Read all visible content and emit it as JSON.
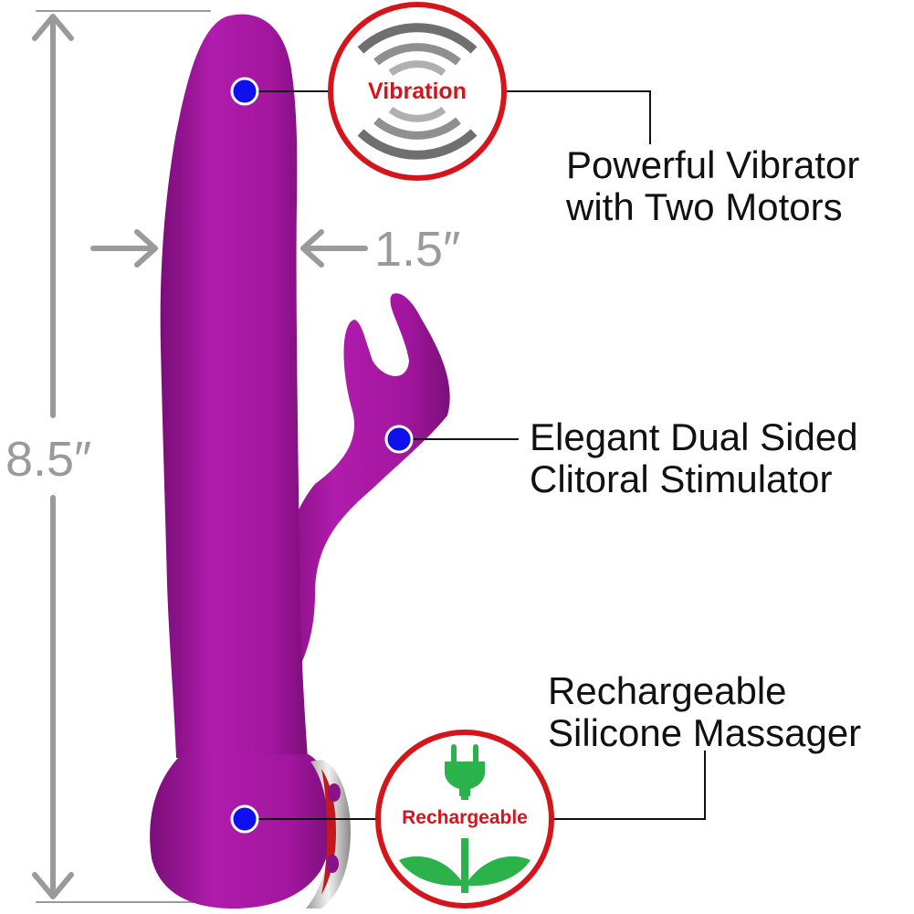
{
  "dimensions": {
    "length": "8.5″",
    "width": "1.5″"
  },
  "badges": {
    "vibration": "Vibration",
    "rechargeable": "Rechargeable"
  },
  "callouts": {
    "vibrator": [
      "Powerful Vibrator",
      "with Two Motors"
    ],
    "stimulator": [
      "Elegant Dual Sided",
      "Clitoral Stimulator"
    ],
    "massager": [
      "Rechargeable",
      "Silicone Massager"
    ]
  },
  "colors": {
    "product": "#a0179c",
    "dimension_gray": "#9a9a9a",
    "badge_red": "#d4161c",
    "marker_blue": "#1010ee",
    "plug_green": "#2bb24a"
  }
}
